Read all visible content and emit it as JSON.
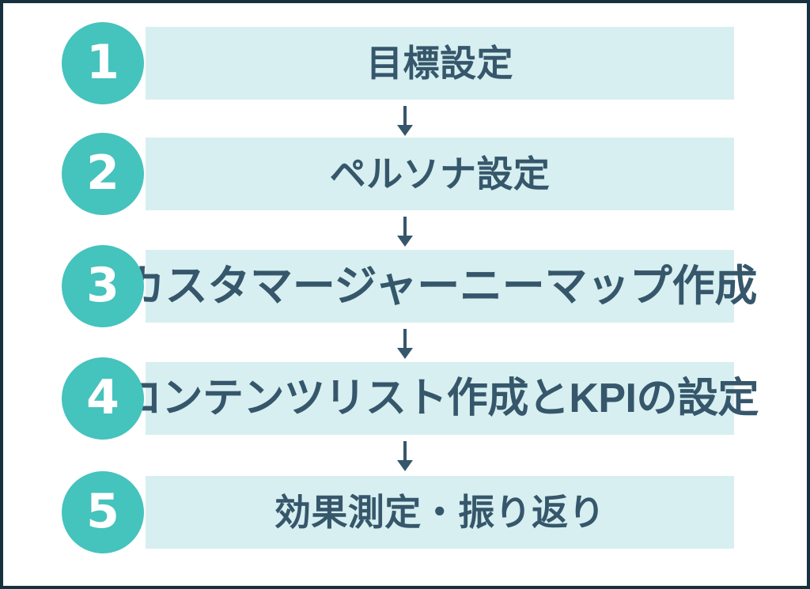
{
  "diagram": {
    "title": "",
    "orientation": "vertical",
    "colors": {
      "accent": "#45c3bd",
      "bar": "#d7eff0",
      "text": "#36576b",
      "number": "#ffffff",
      "border": "#16323f",
      "background": "#ffffff",
      "arrow": "#36576b"
    },
    "steps": [
      {
        "number": "1",
        "label": "目標設定"
      },
      {
        "number": "2",
        "label": "ペルソナ設定"
      },
      {
        "number": "3",
        "label": "カスタマージャーニーマップ作成"
      },
      {
        "number": "4",
        "label": "コンテンツリスト作成とKPIの設定"
      },
      {
        "number": "5",
        "label": "効果測定・振り返り"
      }
    ],
    "connectors": [
      {
        "icon": "arrow-down-icon",
        "from": "1",
        "to": "2"
      },
      {
        "icon": "arrow-down-icon",
        "from": "2",
        "to": "3"
      },
      {
        "icon": "arrow-down-icon",
        "from": "3",
        "to": "4"
      },
      {
        "icon": "arrow-down-icon",
        "from": "4",
        "to": "5"
      }
    ]
  }
}
